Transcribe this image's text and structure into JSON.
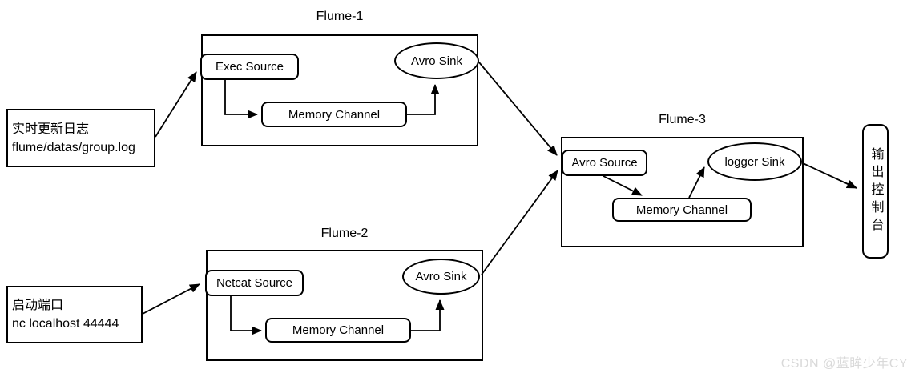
{
  "diagram": {
    "inputs": {
      "log": {
        "line1": "实时更新日志",
        "line2": "flume/datas/group.log"
      },
      "port": {
        "line1": "启动端口",
        "line2": "nc localhost 44444"
      }
    },
    "groups": {
      "flume1": {
        "title": "Flume-1",
        "source": "Exec Source",
        "channel": "Memory Channel",
        "sink": "Avro Sink"
      },
      "flume2": {
        "title": "Flume-2",
        "source": "Netcat Source",
        "channel": "Memory Channel",
        "sink": "Avro Sink"
      },
      "flume3": {
        "title": "Flume-3",
        "source": "Avro Source",
        "channel": "Memory Channel",
        "sink": "logger Sink"
      }
    },
    "output_console": {
      "label": "输出控制台"
    },
    "watermark": "CSDN @蓝眸少年CY",
    "colors": {
      "stroke": "#000000",
      "background": "#ffffff",
      "watermark_gray": "#d9d9d9"
    }
  }
}
